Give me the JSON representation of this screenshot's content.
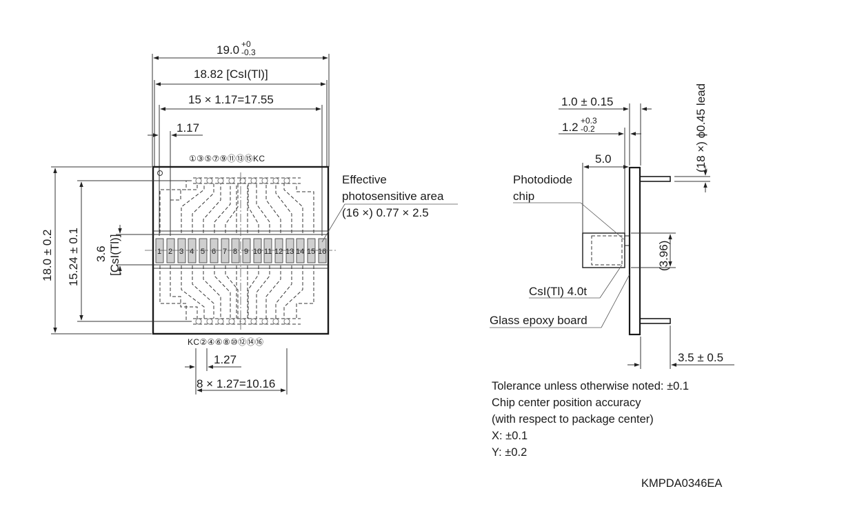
{
  "front_view": {
    "dim_total_width": "19.0",
    "dim_total_width_tol_plus": "+0",
    "dim_total_width_tol_minus": "-0.3",
    "dim_csi_width": "18.82 [CsI(Tl)]",
    "dim_pitch_total": "15 × 1.17=17.55",
    "dim_pitch": "1.17",
    "dim_height": "18.0 ± 0.2",
    "dim_lead_span": "15.24 ± 0.1",
    "dim_csi_height": "3.6",
    "dim_csi_height_label": "[CsI(Tl)]",
    "top_pins": "①③⑤⑦⑨⑪⑬⑮KC",
    "bottom_pins": "KC②④⑥⑧⑩⑫⑭⑯",
    "elements": [
      "1",
      "2",
      "3",
      "4",
      "5",
      "6",
      "7",
      "8",
      "9",
      "10",
      "11",
      "12",
      "13",
      "14",
      "15",
      "16"
    ],
    "area_label_line1": "Effective",
    "area_label_line2": "photosensitive area",
    "area_label_line3": "(16 ×) 0.77 × 2.5",
    "dim_lead_pitch": "1.27",
    "dim_lead_pitch_total": "8 × 1.27=10.16"
  },
  "side_view": {
    "dim_board": "1.0 ± 0.15",
    "dim_chip": "1.2",
    "dim_chip_tol_plus": "+0.3",
    "dim_chip_tol_minus": "-0.2",
    "dim_lead": "(18 ×) ϕ0.45 lead",
    "dim_offset": "5.0",
    "label_chip_line1": "Photodiode",
    "label_chip_line2": "chip",
    "dim_chip_height": "(3.96)",
    "label_csi": "CsI(Tl) 4.0t",
    "label_board": "Glass epoxy board",
    "dim_lead_length": "3.5 ± 0.5"
  },
  "notes": [
    "Tolerance unless otherwise noted: ±0.1",
    "Chip center position accuracy",
    "(with respect to package center)",
    "X: ±0.1",
    "Y: ±0.2"
  ],
  "drawing_code": "KMPDA0346EA"
}
